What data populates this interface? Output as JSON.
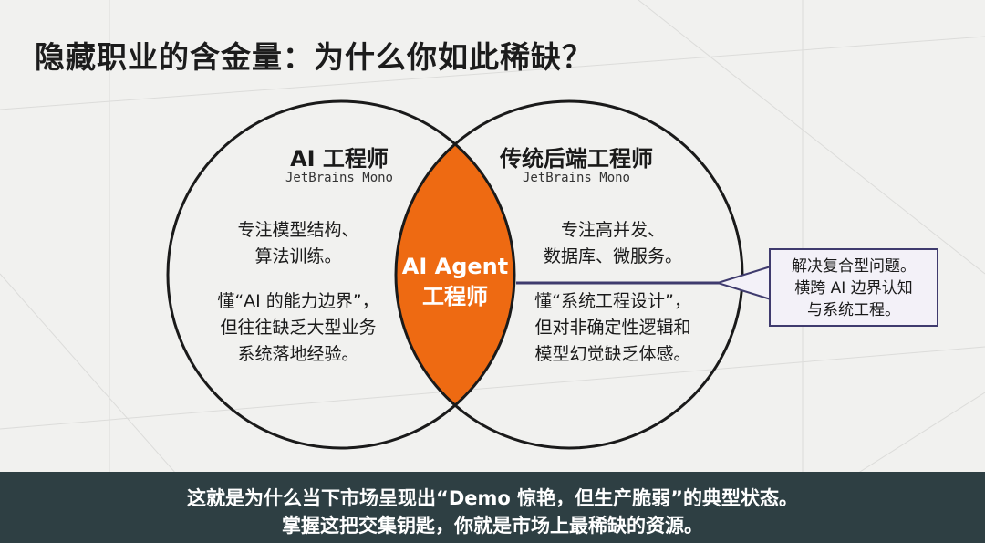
{
  "title": "隐藏职业的含金量：为什么你如此稀缺？",
  "left_circle": {
    "heading": "AI 工程师",
    "font_note": "JetBrains Mono",
    "para1": [
      "专注模型结构、",
      "算法训练。"
    ],
    "para2": [
      "懂“AI 的能力边界”，",
      "但往往缺乏大型业务",
      "系统落地经验。"
    ]
  },
  "right_circle": {
    "heading": "传统后端工程师",
    "font_note": "JetBrains Mono",
    "para1": [
      "专注高并发、",
      "数据库、微服务。"
    ],
    "para2": [
      "懂“系统工程设计”，",
      "但对非确定性逻辑和",
      "模型幻觉缺乏体感。"
    ]
  },
  "intersection": {
    "label_line1": "AI Agent",
    "label_line2": "工程师"
  },
  "callout": [
    "解决复合型问题。",
    "横跨 AI 边界认知",
    "与系统工程。"
  ],
  "subtitles": [
    "这就是为什么当下市场呈现出“Demo 惊艳，但生产脆弱”的典型状态。",
    "掌握这把交集钥匙，你就是市场上最稀缺的资源。"
  ],
  "colors": {
    "intersection_fill": "#ee6a12",
    "circle_stroke": "#1a1a1a",
    "subtitle_bar": "#2e3f43",
    "callout_border": "#3f3b6e"
  }
}
